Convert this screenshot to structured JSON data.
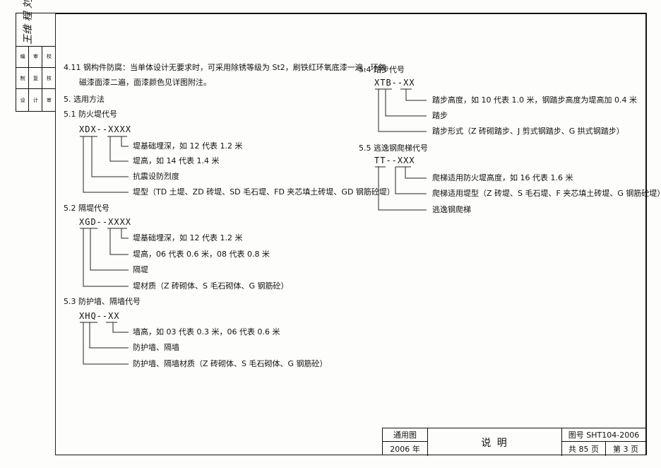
{
  "sign_box": {
    "signature": "王维 程 刘",
    "cells": [
      "编",
      "审",
      "校",
      "制",
      "复",
      "核",
      "设",
      "计",
      "审"
    ]
  },
  "body": {
    "p411_line1": "4.11 钢构件防腐：当单体设计无要求时，可采用除锈等级为 St2，刷铁红环氧底漆一遍，环氧",
    "p411_line2": "磁漆面漆二遍，面漆颜色见详图附注。",
    "sec5": "5.  选用方法",
    "s51": {
      "title": "5.1 防火堤代号",
      "code": "XDX--XXXX",
      "items": [
        "堤基础埋深，如 12 代表 1.2 米",
        "堤高，如 14 代表 1.4 米",
        "抗震设防烈度",
        "堤型（TD 土堤、ZD 砖堤、SD 毛石堤、FD 夹芯填土砖堤、GD 钢筋砼堤）"
      ]
    },
    "s52": {
      "title": "5.2 隔堤代号",
      "code": "XGD--XXXX",
      "items": [
        "堤基础埋深，如 12 代表 1.2 米",
        "堤高，06 代表 0.6 米，08 代表 0.8 米",
        "隔堤",
        "堤材质（Z 砖砌体、S 毛石砌体、G 钢筋砼）"
      ]
    },
    "s53": {
      "title": "5.3 防护墙、隔墙代号",
      "code": "XHQ--XX",
      "items": [
        "墙高，如 03 代表 0.3 米，06 代表 0.6 米",
        "防护墙、隔墙",
        "防护墙、隔墙材质（Z 砖砌体、S 毛石砌体、G 钢筋砼）"
      ]
    },
    "s54": {
      "title": "5.4 踏步代号",
      "code": "XTB--XX",
      "items": [
        "踏步高度，如 10 代表 1.0 米，钢踏步高度为堤高加 0.4 米",
        "踏步",
        "踏步形式（Z 砖砌踏步、J 剪式钢踏步、G 拱式钢踏步）"
      ]
    },
    "s55": {
      "title": "5.5 逃逸钢爬梯代号",
      "code": "TT--XXX",
      "items": [
        "爬梯适用防火堤高度，如 16 代表 1.6 米",
        "爬梯适用堤型（Z 砖堤、S 毛石堤、F 夹芯填土砖堤、G 钢筋砼堤）",
        "逃逸钢爬梯"
      ]
    }
  },
  "title_block": {
    "type": "通用图",
    "year": "2006 年",
    "title": "说  明",
    "drawing_no": "图号 SHT104-2006",
    "total_pages": "共 85 页",
    "page": "第  3 页"
  }
}
